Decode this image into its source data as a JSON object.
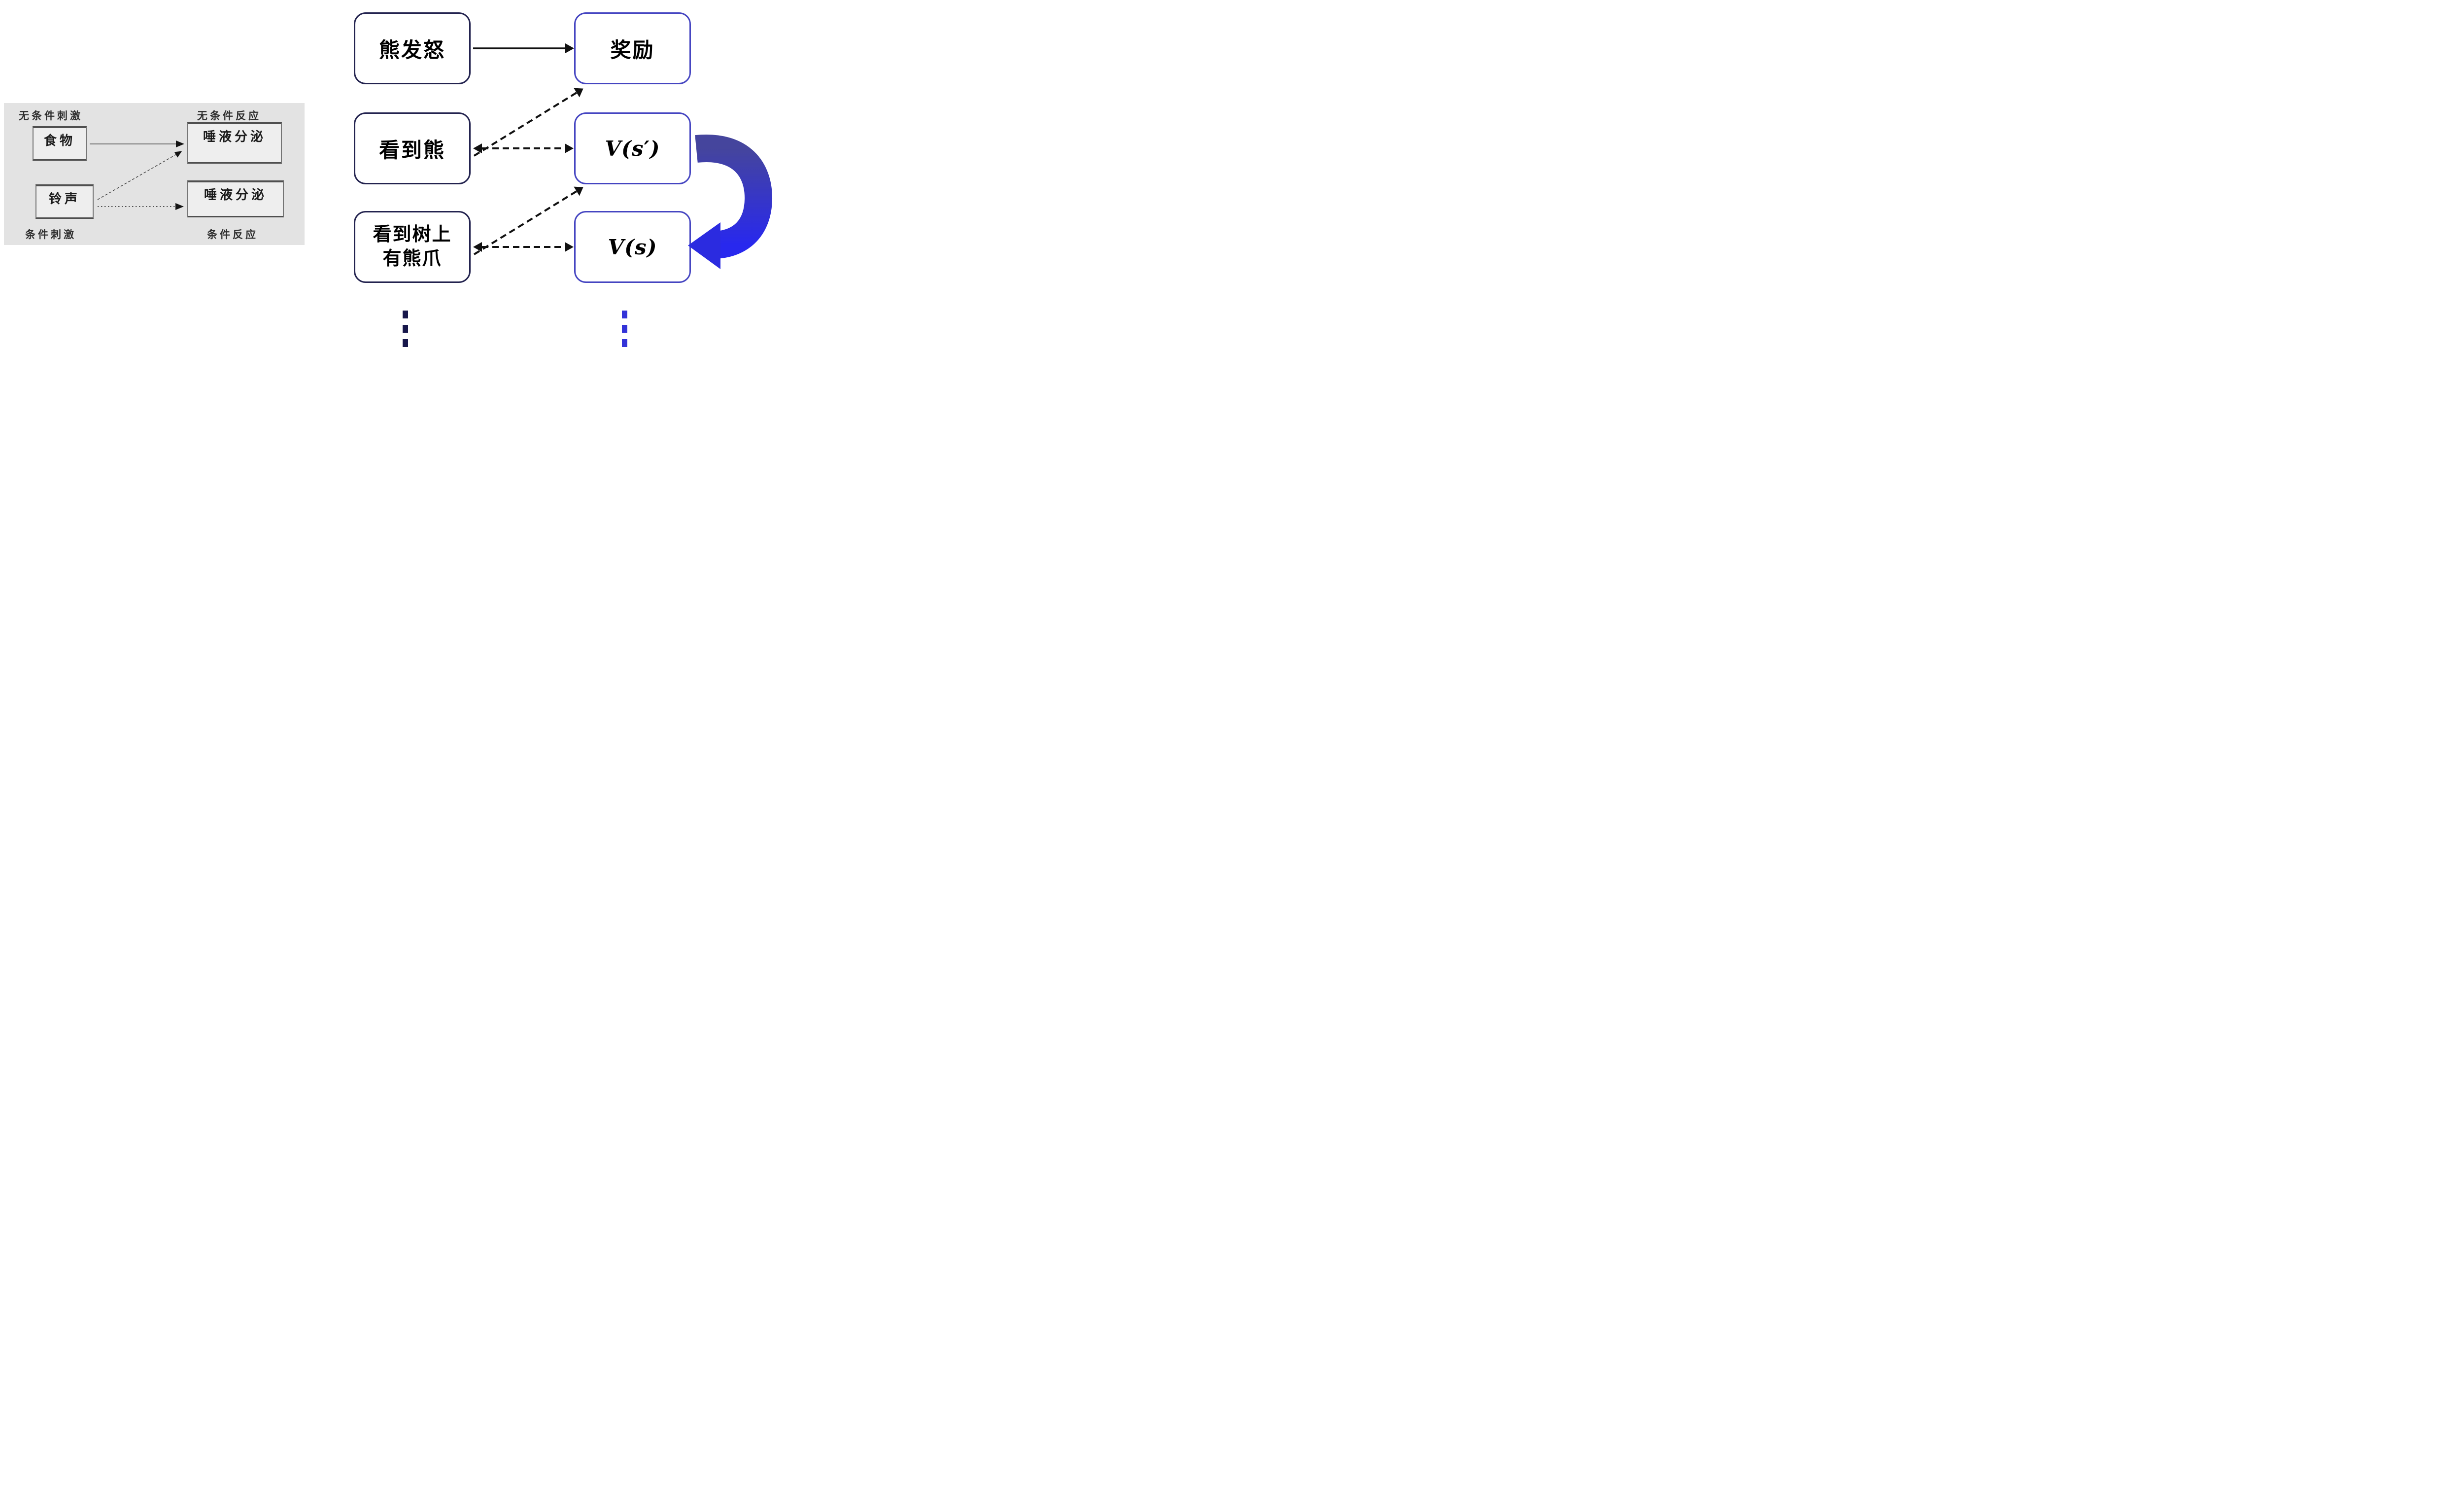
{
  "pavlov": {
    "label_unconditioned_stimulus": "无条件刺激",
    "label_unconditioned_response": "无条件反应",
    "box_food": "食物",
    "box_salivation_top": "唾液分泌",
    "box_bell": "铃声",
    "box_salivation_bottom": "唾液分泌",
    "label_conditioned_stimulus": "条件刺激",
    "label_conditioned_response": "条件反应"
  },
  "rl": {
    "box_bear_rage": "熊发怒",
    "box_reward": "奖励",
    "box_see_bear": "看到熊",
    "box_value_next_state": "V(s′)",
    "box_see_claws": {
      "lines": [
        "看到树上",
        "有熊爪"
      ]
    },
    "box_value_state": "V(s)"
  },
  "colors": {
    "panel_background": "#e3e3e3",
    "stimulus_box_border": "#23234f",
    "value_box_border": "#4545c1",
    "arrow_black": "#111111",
    "ribbon_blue_top": "#45459d",
    "ribbon_blue_bottom": "#2828ee",
    "dots_left": "#17174b",
    "dots_right": "#3333d8"
  }
}
